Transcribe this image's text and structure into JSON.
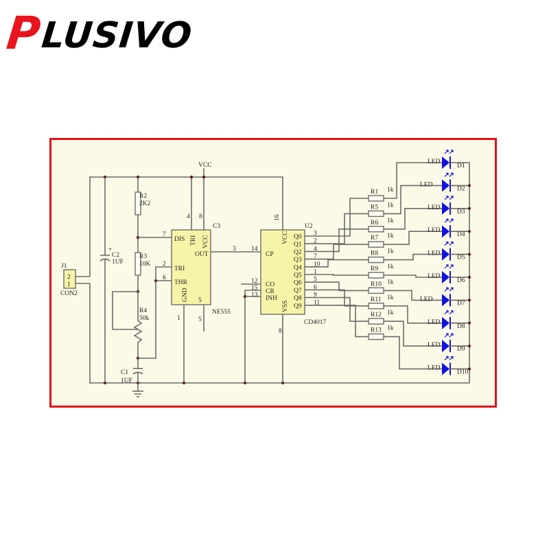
{
  "logo": {
    "first_letter": "P",
    "rest": "LUSIVO",
    "accent_color": "#e8141e"
  },
  "frame_color": "#e0101c",
  "schematic": {
    "supply_label": "VCC",
    "connector": {
      "ref": "J1",
      "value": "CON2",
      "pins": [
        "2",
        "1"
      ]
    },
    "capacitors": [
      {
        "ref": "C2",
        "value": "1UF",
        "polarity": "+"
      },
      {
        "ref": "C1",
        "value": "1UF"
      }
    ],
    "resistors_timer": [
      {
        "ref": "R2",
        "value": "2K2"
      },
      {
        "ref": "R3",
        "value": "10K"
      },
      {
        "ref": "R4",
        "value": "50k"
      }
    ],
    "timer_ic": {
      "ref": "C3",
      "part": "NE555",
      "pins_left": [
        {
          "num": "7",
          "name": "DIS"
        },
        {
          "num": "2",
          "name": "TRI"
        },
        {
          "num": "6",
          "name": "THR"
        }
      ],
      "pins_top": [
        {
          "num": "4",
          "name": "TRI"
        },
        {
          "num": "8",
          "name": "VCC"
        }
      ],
      "pins_right": [
        {
          "num": "3",
          "name": "OUT"
        }
      ],
      "pins_bottom": [
        {
          "num": "1",
          "name": "GND"
        },
        {
          "num": "5",
          "name": "5"
        }
      ]
    },
    "counter_ic": {
      "ref": "U2",
      "part": "CD4017",
      "pin_vcc": {
        "num": "16",
        "name": "VCC"
      },
      "pin_vss": {
        "num": "8",
        "name": "VSS"
      },
      "pins_left": [
        {
          "num": "14",
          "name": "CP"
        },
        {
          "num": "12",
          "name": "CO"
        },
        {
          "num": "15",
          "name": "CR"
        },
        {
          "num": "13",
          "name": "INH"
        }
      ],
      "outputs": [
        {
          "name": "Q0",
          "num": "3"
        },
        {
          "name": "Q1",
          "num": "2"
        },
        {
          "name": "Q2",
          "num": "4"
        },
        {
          "name": "Q3",
          "num": "7"
        },
        {
          "name": "Q4",
          "num": "10"
        },
        {
          "name": "Q5",
          "num": "1"
        },
        {
          "name": "Q6",
          "num": "5"
        },
        {
          "name": "Q7",
          "num": "6"
        },
        {
          "name": "Q8",
          "num": "9"
        },
        {
          "name": "Q9",
          "num": "11"
        }
      ]
    },
    "led_resistors": [
      {
        "ref": "R1",
        "value": "1k"
      },
      {
        "ref": "R5",
        "value": "1k"
      },
      {
        "ref": "R6",
        "value": "1k"
      },
      {
        "ref": "R7",
        "value": "1k"
      },
      {
        "ref": "R8",
        "value": "1k"
      },
      {
        "ref": "R9",
        "value": "1k"
      },
      {
        "ref": "R10",
        "value": "1k"
      },
      {
        "ref": "R11",
        "value": "1k"
      },
      {
        "ref": "R12",
        "value": "1k"
      },
      {
        "ref": "R13",
        "value": "1k"
      }
    ],
    "leds": [
      {
        "ref": "D1",
        "label": "LED"
      },
      {
        "ref": "D2",
        "label": "LED"
      },
      {
        "ref": "D3",
        "label": "LED"
      },
      {
        "ref": "D4",
        "label": "LED"
      },
      {
        "ref": "D5",
        "label": "LED"
      },
      {
        "ref": "D6",
        "label": "LED"
      },
      {
        "ref": "D7",
        "label": "LED"
      },
      {
        "ref": "D8",
        "label": "LED"
      },
      {
        "ref": "D9",
        "label": "LED"
      },
      {
        "ref": "D10",
        "label": "LED"
      }
    ],
    "led_color": "#1212e0"
  }
}
